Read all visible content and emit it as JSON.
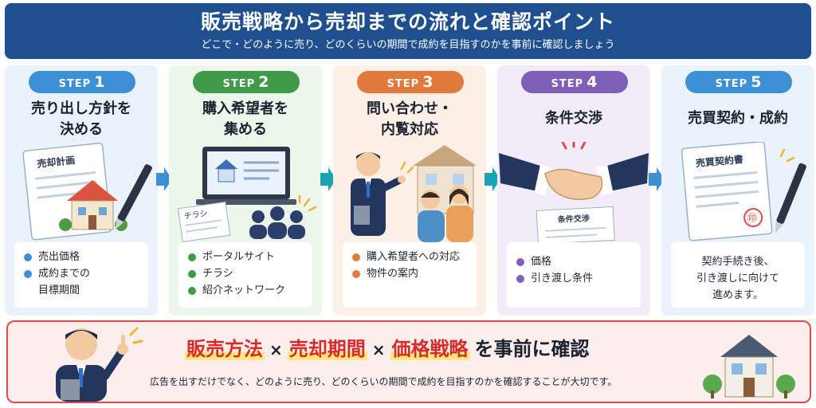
{
  "header": {
    "title": "販売戦略から売却までの流れと確認ポイント",
    "subtitle": "どこで・どのように売り、どのくらいの期間で成約を目指すのかを事前に確認しましょう"
  },
  "steps": [
    {
      "label": "STEP",
      "number": "1",
      "title": "売り出し方針を決める",
      "title_lines": [
        "売り出し方針を",
        "決める"
      ],
      "doc_label": "売却計画",
      "items": [
        "売出価格",
        "成約までの",
        "目標期間"
      ],
      "color": "#3d8fd6",
      "bg": "#eaf3fb"
    },
    {
      "label": "STEP",
      "number": "2",
      "title": "購入希望者を集める",
      "title_lines": [
        "購入希望者を",
        "集める"
      ],
      "doc_label": "チラシ",
      "items": [
        "ポータルサイト",
        "チラシ",
        "紹介ネットワーク"
      ],
      "color": "#3f9a4a",
      "bg": "#edf6ea"
    },
    {
      "label": "STEP",
      "number": "3",
      "title": "問い合わせ・内覧対応",
      "title_lines": [
        "問い合わせ・",
        "内覧対応"
      ],
      "items": [
        "購入希望者への対応",
        "物件の案内"
      ],
      "color": "#e07a3c",
      "bg": "#fcefe6"
    },
    {
      "label": "STEP",
      "number": "4",
      "title": "条件交渉",
      "title_lines": [
        "条件交渉"
      ],
      "doc_label": "条件交渉",
      "items": [
        "価格",
        "引き渡し条件"
      ],
      "color": "#7f5fb8",
      "bg": "#f1ecf7"
    },
    {
      "label": "STEP",
      "number": "5",
      "title": "売買契約・成約",
      "title_lines": [
        "売買契約・成約"
      ],
      "doc_label": "売買契約書",
      "stamp": "㊞",
      "text_lines": [
        "契約手続き後、",
        "引き渡しに向けて",
        "進めます。"
      ],
      "color": "#3d8fd6",
      "bg": "#eaf3fb"
    }
  ],
  "bottom": {
    "term1": "販売方法",
    "term2": "売却期間",
    "term3": "価格戦略",
    "times": "×",
    "suffix": "を事前に確認",
    "note": "広告を出すだけでなく、どのように売り、どのくらいの期間で成約を目指すのかを確認することが大切です。"
  },
  "colors": {
    "header": "#1f4f8f",
    "accent_red": "#d62b2b",
    "arrow": "#3d8fd6"
  }
}
